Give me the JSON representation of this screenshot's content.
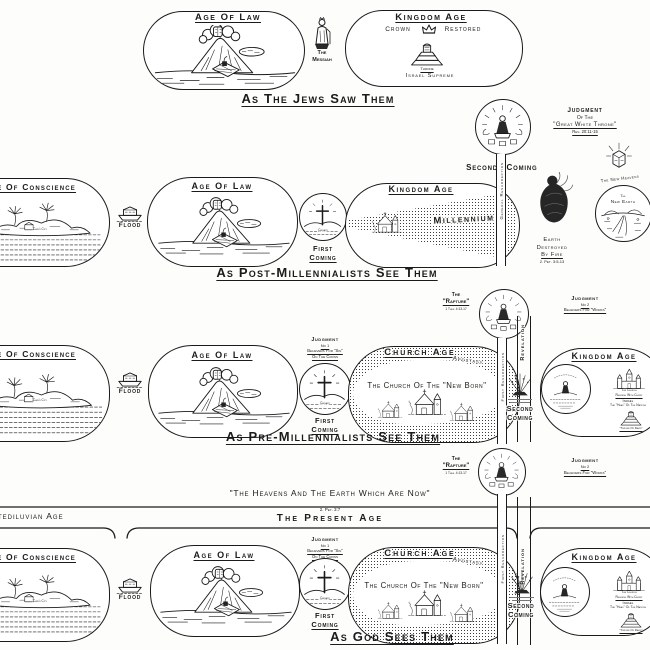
{
  "palette": {
    "ink": "#1b1b1b",
    "paper": "#fdfdfb"
  },
  "shared": {
    "age_of_law": "Age Of Law",
    "age_of_conscience": "Age Of Conscience",
    "cains_city": "Cain's City",
    "flood": "Flood",
    "first": "First",
    "second": "Second",
    "coming": "Coming",
    "calvary": "Calvary",
    "kingdom_age": "Kingdom Age",
    "church_age": "Church Age",
    "apostasy": "Apostasy",
    "church_of_new_born": "The Church Of The \"New Born\"",
    "revelation": "Revelation",
    "first_resurrection": "First Resurrection",
    "rapture_the": "The",
    "rapture": "\"Rapture\"",
    "rapture_ref": "1 Thes. 4:13-17",
    "judgment_no1": {
      "l1": "Judgment",
      "l2": "No 1",
      "l3": "Believers For \"Sin\"",
      "l4": "On The Cross"
    },
    "judgment_no2": {
      "l1": "Judgment",
      "l2": "No 2",
      "l3": "Believers For \"Works\""
    },
    "kingdom_detail": {
      "church_l1": "The Church",
      "church_l2": "Reigning With Christ",
      "israel_l1": "Israel",
      "israel_l2": "The \"Head\" Of The Nations",
      "throne": "\"Throne Of David\""
    }
  },
  "row_jews": {
    "caption": "As The Jews Saw Them",
    "messiah_l1": "The",
    "messiah_l2": "Messiah",
    "crown_l": "Crown",
    "crown_r": "Restored",
    "throne": "Throne",
    "israel_supreme": "Israel Supreme"
  },
  "row_post": {
    "caption": "As Post-Millennialists See Them",
    "general_resurrection": "General Resurrection",
    "gwt": {
      "l1": "Judgment",
      "l2": "Of The",
      "l3": "\"Great White Throne\"",
      "l4": "Rev. 20:11-15"
    },
    "millennium": "Millennium",
    "earth": {
      "l1": "Earth",
      "l2": "Destroyed",
      "l3": "By Fire",
      "l4": "2. Pet. 3:5-13"
    },
    "new_heavens": "The New Heavens",
    "new_earth_l1": "The",
    "new_earth_l2": "New Earth"
  },
  "row_pre": {
    "caption": "As Pre-Millennialists See Them"
  },
  "row_god": {
    "caption": "As God Sees Them",
    "heavens_now": "\"The Heavens And The Earth Which Are Now\"",
    "pet_ref": "2. Pet. 3:7",
    "present_age": "The Present Age",
    "antediluvian": "Antediluvian Age"
  }
}
